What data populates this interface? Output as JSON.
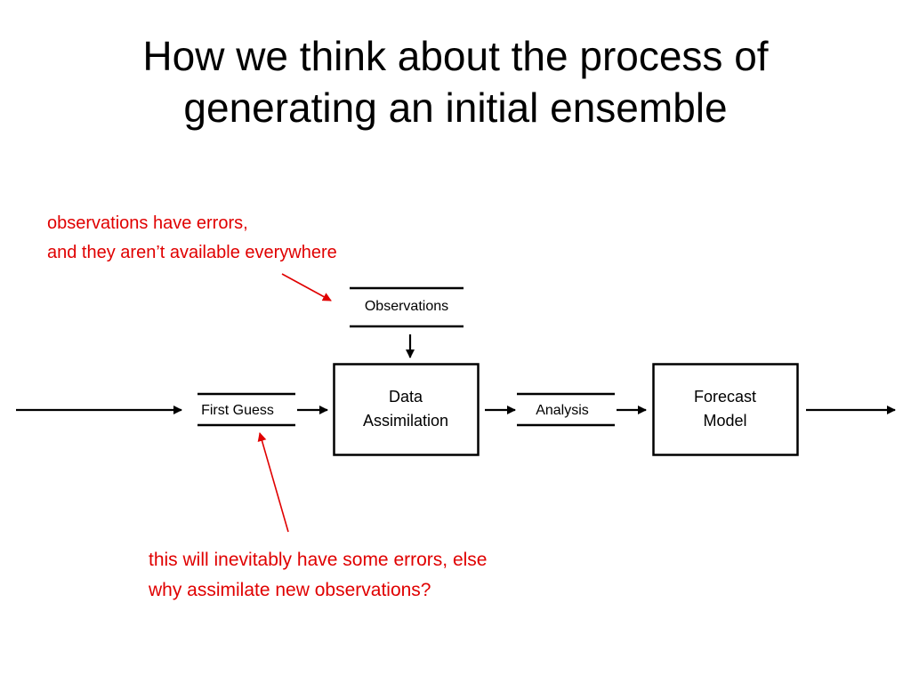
{
  "slide": {
    "title_lines": [
      "How we think about the process of",
      "generating an initial ensemble"
    ]
  },
  "annotations": {
    "observations_note": [
      "observations have errors,",
      "and they aren’t available everywhere"
    ],
    "first_guess_note": [
      "this will inevitably have some errors, else",
      "why assimilate new observations?"
    ],
    "color": "#e00000"
  },
  "diagram": {
    "observations": "Observations",
    "first_guess": "First Guess",
    "analysis": "Analysis",
    "data_assimilation": [
      "Data",
      "Assimilation"
    ],
    "forecast_model": [
      "Forecast",
      "Model"
    ]
  }
}
